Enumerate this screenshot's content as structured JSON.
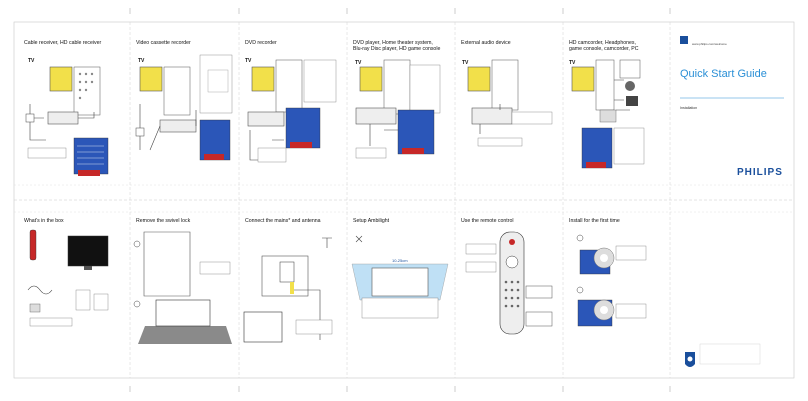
{
  "sections_top": [
    {
      "title": "Cable receiver, HD cable receiver"
    },
    {
      "title": "Video cassette recorder"
    },
    {
      "title": "DVD recorder"
    },
    {
      "title": "DVD player, Home theater system,",
      "title2": "Blu-ray Disc player, HD game console"
    },
    {
      "title": "External audio device"
    },
    {
      "title": "HD camcorder, Headphones,",
      "title2": "game console, camcorder, PC"
    }
  ],
  "sections_bottom": [
    {
      "title": "What's in the box"
    },
    {
      "title": "Remove the swivel lock"
    },
    {
      "title": "Connect the mains* and antenna"
    },
    {
      "title": "Setup Ambilight"
    },
    {
      "title": "Use the remote control"
    },
    {
      "title": "Install for the first time"
    }
  ],
  "tv_label": "TV",
  "cover": {
    "title": "Quick Start Guide",
    "subtitle": "Installation",
    "brand": "PHILIPS",
    "url": "www.philips.com/welcome"
  },
  "ambilight_distance": "10-25cm",
  "colors": {
    "accent": "#2a8fd6",
    "brand": "#1a4f9c",
    "tv_screen": "#f2e04a",
    "menu": "#2b56b8",
    "ambilight": "#bfe0f5"
  }
}
